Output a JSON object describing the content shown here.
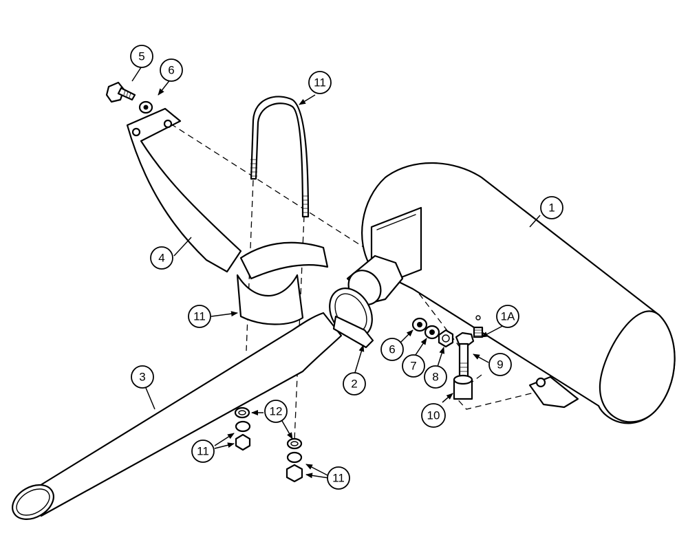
{
  "callouts": {
    "c1": "1",
    "c1a": "1A",
    "c2": "2",
    "c3": "3",
    "c4": "4",
    "c5": "5",
    "c6_top": "6",
    "c6_right": "6",
    "c7": "7",
    "c8": "8",
    "c9": "9",
    "c10": "10",
    "c11_top": "11",
    "c11_left": "11",
    "c11_bottom_left": "11",
    "c11_bottom_right": "11",
    "c12": "12"
  }
}
